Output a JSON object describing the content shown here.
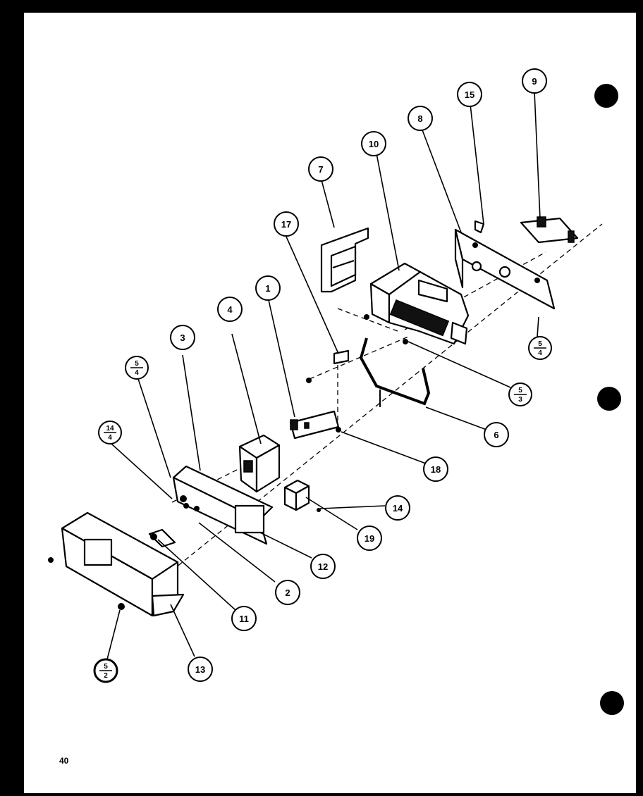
{
  "page_number": "40",
  "callouts": [
    {
      "id": "c7",
      "label": "7"
    },
    {
      "id": "c10",
      "label": "10"
    },
    {
      "id": "c8",
      "label": "8"
    },
    {
      "id": "c15",
      "label": "15"
    },
    {
      "id": "c9",
      "label": "9"
    },
    {
      "id": "c17",
      "label": "17"
    },
    {
      "id": "c1",
      "label": "1"
    },
    {
      "id": "c4",
      "label": "4"
    },
    {
      "id": "c3",
      "label": "3"
    },
    {
      "id": "c6",
      "label": "6"
    },
    {
      "id": "c18",
      "label": "18"
    },
    {
      "id": "c14",
      "label": "14"
    },
    {
      "id": "c19",
      "label": "19"
    },
    {
      "id": "c12",
      "label": "12"
    },
    {
      "id": "c2",
      "label": "2"
    },
    {
      "id": "c11",
      "label": "11"
    },
    {
      "id": "c13",
      "label": "13"
    }
  ],
  "fraction_callouts": [
    {
      "id": "f54a",
      "top": "5",
      "bottom": "4"
    },
    {
      "id": "f53",
      "top": "5",
      "bottom": "3"
    },
    {
      "id": "f54b",
      "top": "5",
      "bottom": "4"
    },
    {
      "id": "f144",
      "top": "14",
      "bottom": "4"
    },
    {
      "id": "f52",
      "top": "5",
      "bottom": "2"
    }
  ]
}
